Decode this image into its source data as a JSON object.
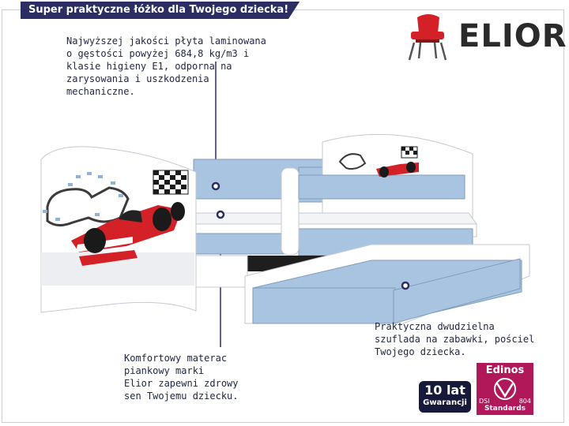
{
  "banner": {
    "text": "Super praktyczne łóżko dla Twojego dziecka!"
  },
  "brand": {
    "name": "ELIOR"
  },
  "features": {
    "board": "Najwyższej jakości płyta laminowana\no gęstości powyżej 684,8 kg/m3 i\nklasie higieny E1, odporna na\nzarysowania i uszkodzenia\nmechaniczne.",
    "drawer": "Praktyczna dwudzielna\nszuflada na zabawki, pościel\nTwojego dziecka.",
    "mattress": "Komfortowy materac\npiankowy marki\nElior zapewni zdrowy\nsen Twojemu dziecku."
  },
  "warranty": {
    "line1": "10 lat",
    "line2": "Gwarancji"
  },
  "certificate": {
    "brand": "Edinos",
    "left": "DSI",
    "number": "804",
    "label": "Standards"
  },
  "colors": {
    "banner": "#2b2d63",
    "bed_blue": "#a9c4e1",
    "accent_red": "#d42128",
    "certificate": "#b0185a"
  },
  "icons": [
    "chair-icon",
    "race-car-illustration",
    "checkered-flag-icon",
    "track-map-illustration"
  ]
}
